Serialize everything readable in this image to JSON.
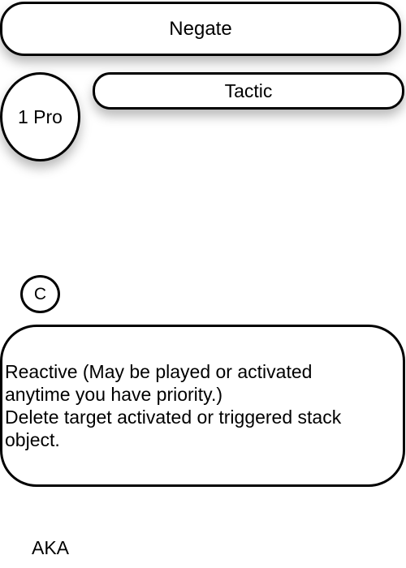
{
  "card": {
    "title": "Negate",
    "cost": "1 Pro",
    "type": "Tactic",
    "rarity": "C",
    "rules_text": [
      "Reactive (May be played or activated anytime you have priority.)",
      "Delete target activated or triggered stack object."
    ],
    "footer": "AKA"
  }
}
